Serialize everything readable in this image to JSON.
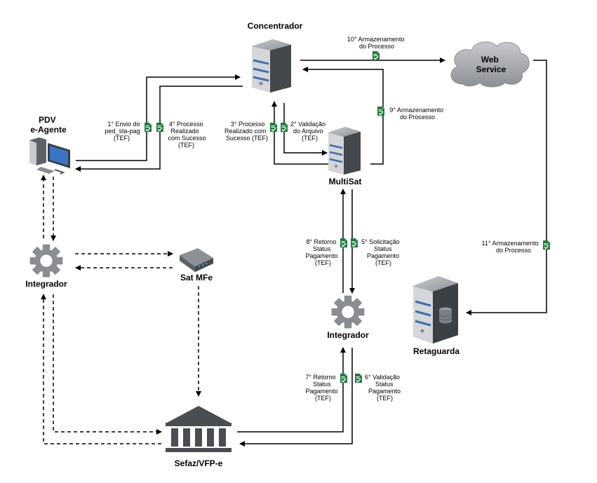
{
  "nodes": {
    "concentrador": "Concentrador",
    "web_service": [
      "Web",
      "Service"
    ],
    "pdv": [
      "PDV",
      "e-Agente"
    ],
    "multisat": "MultiSat",
    "integrador_left": "Integrador",
    "sat_mfe": "Sat MFe",
    "integrador_right": "Integrador",
    "retaguarda": "Retaguarda",
    "sefaz": "Sefaz/VFP-e"
  },
  "steps": {
    "s1": [
      "1° Envio do",
      "ped_sta-pag",
      "(TEF)"
    ],
    "s2": [
      "2° Validação",
      "do Arquivo",
      "(TEF)"
    ],
    "s3": [
      "3° Processo",
      "Realizado com",
      "Sucesso (TEF)"
    ],
    "s4": [
      "4° Processo",
      "Realizado",
      "com Sucesso",
      "(TEF)"
    ],
    "s5": [
      "5° Solicitação",
      "Status",
      "Pagamento",
      "(TEF)"
    ],
    "s6": [
      "6° Validação",
      "Status",
      "Pagamento",
      "(TEF)"
    ],
    "s7": [
      "7° Retorno",
      "Status",
      "Pagamento",
      "(TEF)"
    ],
    "s8": [
      "8° Retorno",
      "Status",
      "Pagamento",
      "(TEF)"
    ],
    "s9": [
      "9° Armazenamento",
      "do Processo"
    ],
    "s10": [
      "10° Armazenamento",
      "do Processo"
    ],
    "s11": [
      "11° Armazenamento",
      "do Processo"
    ]
  },
  "icons": {
    "server": "server-icon",
    "cloud": "cloud-icon",
    "computer": "computer-icon",
    "gear": "gear-icon",
    "router": "router-icon",
    "bank": "bank-icon",
    "document": "document-icon"
  },
  "colors": {
    "doc_green": "#1e7a3c",
    "server_dark": "#3c3f44",
    "server_stripe": "#3a6fb0",
    "gear": "#8a8d91",
    "bank": "#4a4d52",
    "cloud": "#9ea1a5"
  }
}
